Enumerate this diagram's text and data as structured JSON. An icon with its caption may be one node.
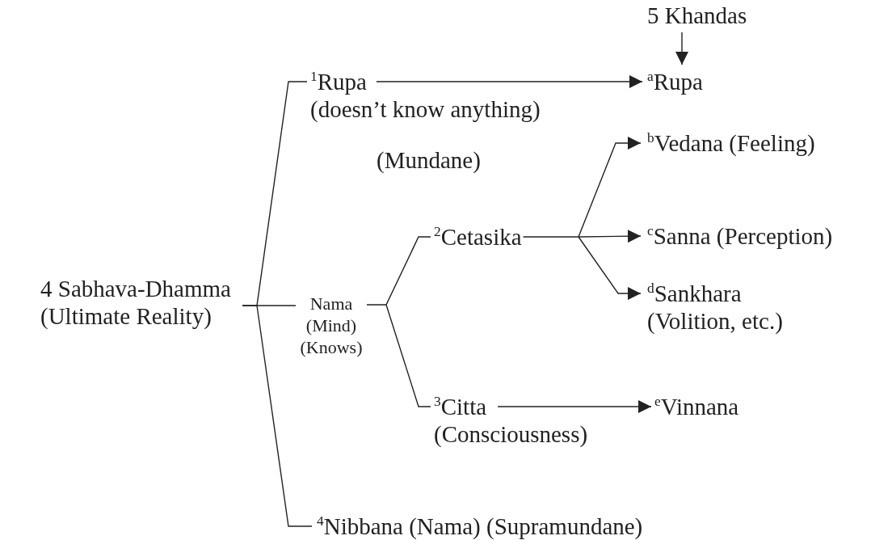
{
  "diagram": {
    "nodes": [
      {
        "text": [
          "4 Sabhava-Dhamma (Ultimate Reality)"
        ]
      },
      {
        "text": [
          "$^{1}$Rupa",
          "(doesn’t know anything)"
        ]
      },
      {
        "text": [
          "Nama (Mind) (Knows)"
        ]
      },
      {
        "text": [
          "$^{2}$Cetasika"
        ]
      },
      {
        "text": [
          "$^{3}$Citta",
          "(Consciousness)"
        ]
      },
      {
        "text": [
          "$^{4}$Nibbana (Nama) (Supramundane)"
        ]
      },
      {
        "text": [
          "5 Khandas"
        ]
      },
      {
        "text": [
          "$^{a}$Rupa"
        ]
      },
      {
        "text": [
          "$^{b}$Vedana (Feeling)"
        ]
      },
      {
        "text": [
          "$^{c}$Sanna (Perception)"
        ]
      },
      {
        "text": [
          "$^{d}$Sankhara",
          "(Volition, etc.)"
        ]
      },
      {
        "text": [
          "$^{e}$Vinnana"
        ]
      }
    ],
    "edges": [
      {
        "from": 0,
        "to": 1,
        "arrow": "none"
      },
      {
        "from": 0,
        "to": 2,
        "arrow": "none"
      },
      {
        "from": 0,
        "to": 5,
        "arrow": "none"
      },
      {
        "from": 2,
        "to": 3,
        "arrow": "none"
      },
      {
        "from": 2,
        "to": 4,
        "arrow": "none"
      },
      {
        "from": 1,
        "to": 7,
        "arrow": "to"
      },
      {
        "from": 3,
        "to": 8,
        "arrow": "to"
      },
      {
        "from": 3,
        "to": 9,
        "arrow": "to"
      },
      {
        "from": 3,
        "to": 10,
        "arrow": "to"
      },
      {
        "from": 4,
        "to": 11,
        "arrow": "to"
      },
      {
        "from": 6,
        "to": 7,
        "arrow": "to"
      }
    ],
    "labels": [
      "(Mundane)"
    ]
  }
}
